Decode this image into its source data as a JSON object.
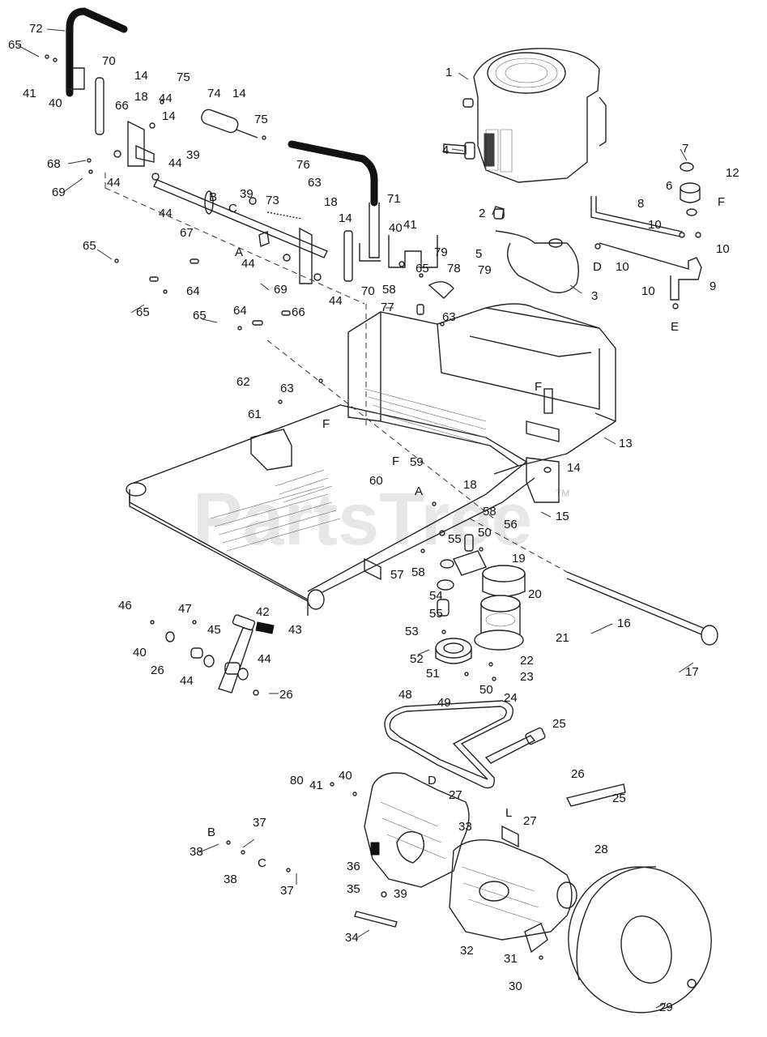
{
  "watermark": {
    "text": "PartsTree",
    "tm": "TM"
  },
  "callouts": [
    "1",
    "2",
    "3",
    "4",
    "5",
    "6",
    "7",
    "8",
    "9",
    "10",
    "10",
    "10",
    "10",
    "12",
    "13",
    "14",
    "14",
    "14",
    "14",
    "14",
    "15",
    "16",
    "17",
    "18",
    "18",
    "18",
    "19",
    "20",
    "21",
    "22",
    "23",
    "24",
    "25",
    "25",
    "26",
    "26",
    "26",
    "27",
    "27",
    "28",
    "29",
    "30",
    "31",
    "32",
    "33",
    "34",
    "35",
    "36",
    "37",
    "37",
    "38",
    "38",
    "39",
    "39",
    "39",
    "40",
    "40",
    "40",
    "40",
    "41",
    "41",
    "41",
    "42",
    "43",
    "44",
    "44",
    "44",
    "44",
    "44",
    "44",
    "44",
    "44",
    "45",
    "46",
    "47",
    "48",
    "49",
    "50",
    "50",
    "51",
    "52",
    "53",
    "54",
    "55",
    "55",
    "56",
    "57",
    "58",
    "58",
    "58",
    "59",
    "60",
    "61",
    "62",
    "63",
    "63",
    "63",
    "64",
    "64",
    "65",
    "65",
    "65",
    "65",
    "65",
    "66",
    "66",
    "67",
    "68",
    "69",
    "69",
    "70",
    "70",
    "71",
    "72",
    "73",
    "74",
    "75",
    "75",
    "76",
    "77",
    "78",
    "79",
    "79",
    "80"
  ],
  "ref_letters": [
    "A",
    "A",
    "B",
    "B",
    "C",
    "C",
    "D",
    "D",
    "E",
    "F",
    "F",
    "F",
    "F",
    "L"
  ]
}
